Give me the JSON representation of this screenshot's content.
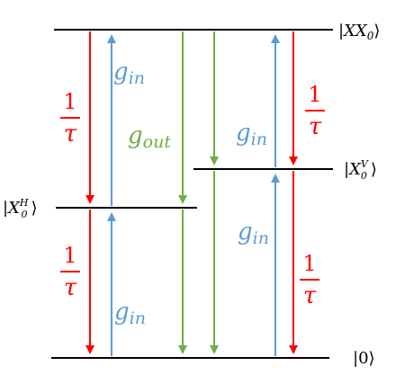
{
  "levels": {
    "xx": "XX",
    "xx_sub": "0",
    "xh": "X",
    "xh_sub": "0",
    "xh_sup": "H",
    "xv": "X",
    "xv_sub": "0",
    "xv_sup": "V",
    "ground": "0"
  },
  "labels": {
    "g_in_symbol": "g",
    "g_in_sub": "in",
    "g_out_symbol": "g",
    "g_out_sub": "out",
    "rate_numerator": "1",
    "rate_denominator": "τ"
  },
  "colors": {
    "excitation": "#5b9bd5",
    "emission_out": "#70ad47",
    "decay": "#ff0000",
    "level": "#000000"
  }
}
